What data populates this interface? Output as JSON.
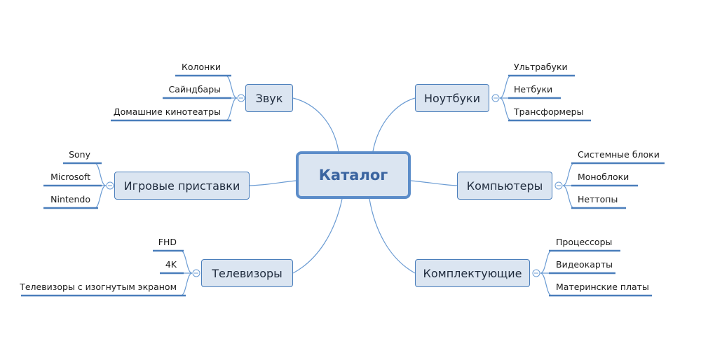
{
  "central": "Каталог",
  "topics": [
    {
      "id": "sound",
      "label": "Звук",
      "items": [
        "Колонки",
        "Сайндбары",
        "Домашние кинотеатры"
      ]
    },
    {
      "id": "consoles",
      "label": "Игровые приставки",
      "items": [
        "Sony",
        "Microsoft",
        "Nintendo"
      ]
    },
    {
      "id": "tv",
      "label": "Телевизоры",
      "items": [
        "FHD",
        "4K",
        "Телевизоры с изогнутым экраном"
      ]
    },
    {
      "id": "laptops",
      "label": "Ноутбуки",
      "items": [
        "Ультрабуки",
        "Нетбуки",
        "Трансформеры"
      ]
    },
    {
      "id": "computers",
      "label": "Компьютеры",
      "items": [
        "Системные блоки",
        "Моноблоки",
        "Неттопы"
      ]
    },
    {
      "id": "components",
      "label": "Комплектующие",
      "items": [
        "Процессоры",
        "Видеокарты",
        "Материнские платы"
      ]
    }
  ]
}
